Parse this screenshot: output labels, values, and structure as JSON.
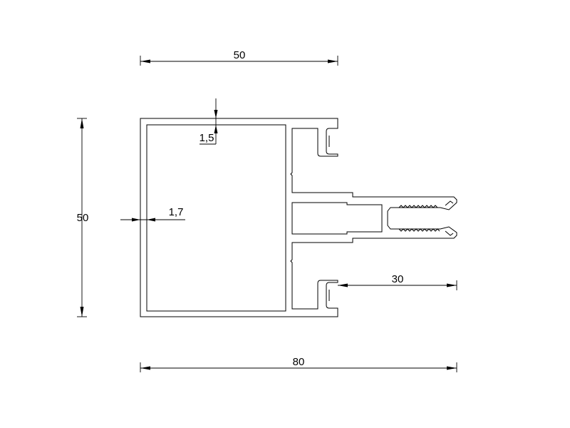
{
  "dimensions": {
    "top_width": "50",
    "total_width": "80",
    "height": "50",
    "connector_length": "30",
    "wall_top": "1,5",
    "wall_side": "1,7"
  },
  "colors": {
    "background": "#ffffff",
    "line": "#000000"
  }
}
